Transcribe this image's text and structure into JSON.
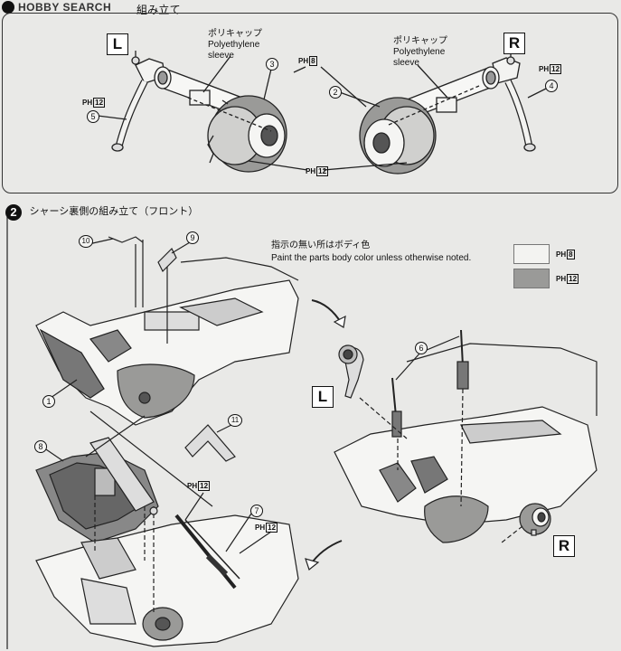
{
  "header": {
    "logo_text": "HOBBY SEARCH",
    "step1_tail": "組み立て"
  },
  "step2": {
    "number": "2",
    "title": "シャーシ裏側の組み立て（フロント）"
  },
  "sleeve_left": {
    "jp": "ポリキャップ",
    "en1": "Polyethylene",
    "en2": "sleeve"
  },
  "sleeve_right": {
    "jp": "ポリキャップ",
    "en1": "Polyethylene",
    "en2": "sleeve"
  },
  "side_labels": {
    "left": "L",
    "right": "R"
  },
  "ph_prefix": "PH",
  "ph_codes": {
    "light": "8",
    "dark": "12"
  },
  "part_numbers": {
    "p1": "1",
    "p2": "2",
    "p3": "3",
    "p4": "4",
    "p5": "5",
    "p6": "6",
    "p7": "7",
    "p8": "8",
    "p9": "9",
    "p10": "10",
    "p11": "11"
  },
  "paint_note": {
    "jp": "指示の無い所はボディ色",
    "en": "Paint the parts body color unless otherwise noted."
  },
  "colors": {
    "swatch_light": "#f3f3f1",
    "swatch_dark": "#9a9a98",
    "line": "#222222"
  }
}
